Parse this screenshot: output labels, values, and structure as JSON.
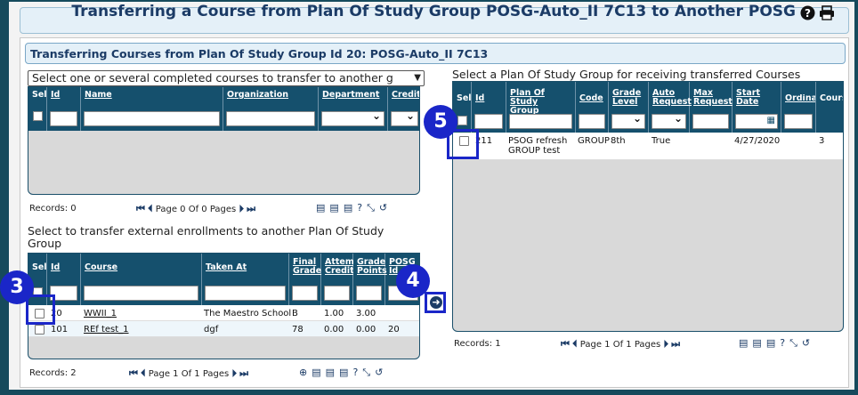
{
  "header": {
    "title": "Transferring a Course from Plan Of Study Group POSG-Auto_II 7C13 to Another POSG",
    "help_icon": "question-circle-icon",
    "print_icon": "printer-icon"
  },
  "subheader": {
    "title": "Transferring Courses from Plan Of Study Group Id 20: POSG-Auto_II 7C13"
  },
  "course_select": {
    "value": "Select one or several completed courses to transfer to another g"
  },
  "completed_grid": {
    "columns": [
      "Sel",
      "Id",
      "Name",
      "Organization",
      "Department",
      "Credit"
    ],
    "records": "Records: 0",
    "pager": "Page 0 Of 0 Pages"
  },
  "external_label": "Select to transfer external enrollments to another Plan Of Study Group",
  "external_grid": {
    "columns": [
      "Sel",
      "Id",
      "Course",
      "Taken At",
      "Final Grade",
      "Attempt Credit",
      "Grade Points",
      "POSG Id"
    ],
    "rows": [
      {
        "id": "20",
        "course": "WWII_1",
        "taken_at": "The Maestro School",
        "final_grade": "B",
        "attempt_credit": "1.00",
        "grade_points": "3.00",
        "posg_id": ""
      },
      {
        "id": "101",
        "course": "REf test_1",
        "taken_at": "dgf",
        "final_grade": "78",
        "attempt_credit": "0.00",
        "grade_points": "0.00",
        "posg_id": "20"
      }
    ],
    "records": "Records: 2",
    "pager": "Page 1 Of 1 Pages"
  },
  "right_label": "Select a Plan Of Study Group for receiving transferred Courses",
  "posg_grid": {
    "columns": [
      "Sel",
      "Id",
      "Plan Of Study Group",
      "Code",
      "Grade Level",
      "Auto Request",
      "Max Requests",
      "Start Date",
      "Ordinal",
      "Courses"
    ],
    "rows": [
      {
        "id": "211",
        "name": "PSOG refresh GROUP test",
        "code": "GROUP",
        "grade_level": "8th",
        "auto_request": "True",
        "max_requests": "",
        "start_date": "4/27/2020",
        "ordinal": "",
        "courses": "3"
      }
    ],
    "records": "Records: 1",
    "pager": "Page 1 Of 1 Pages"
  },
  "callouts": {
    "c3": "3",
    "c4": "4",
    "c5": "5"
  },
  "colors": {
    "header_bg": "#15506d",
    "accent": "#1a26c8",
    "title": "#1b3b66"
  }
}
